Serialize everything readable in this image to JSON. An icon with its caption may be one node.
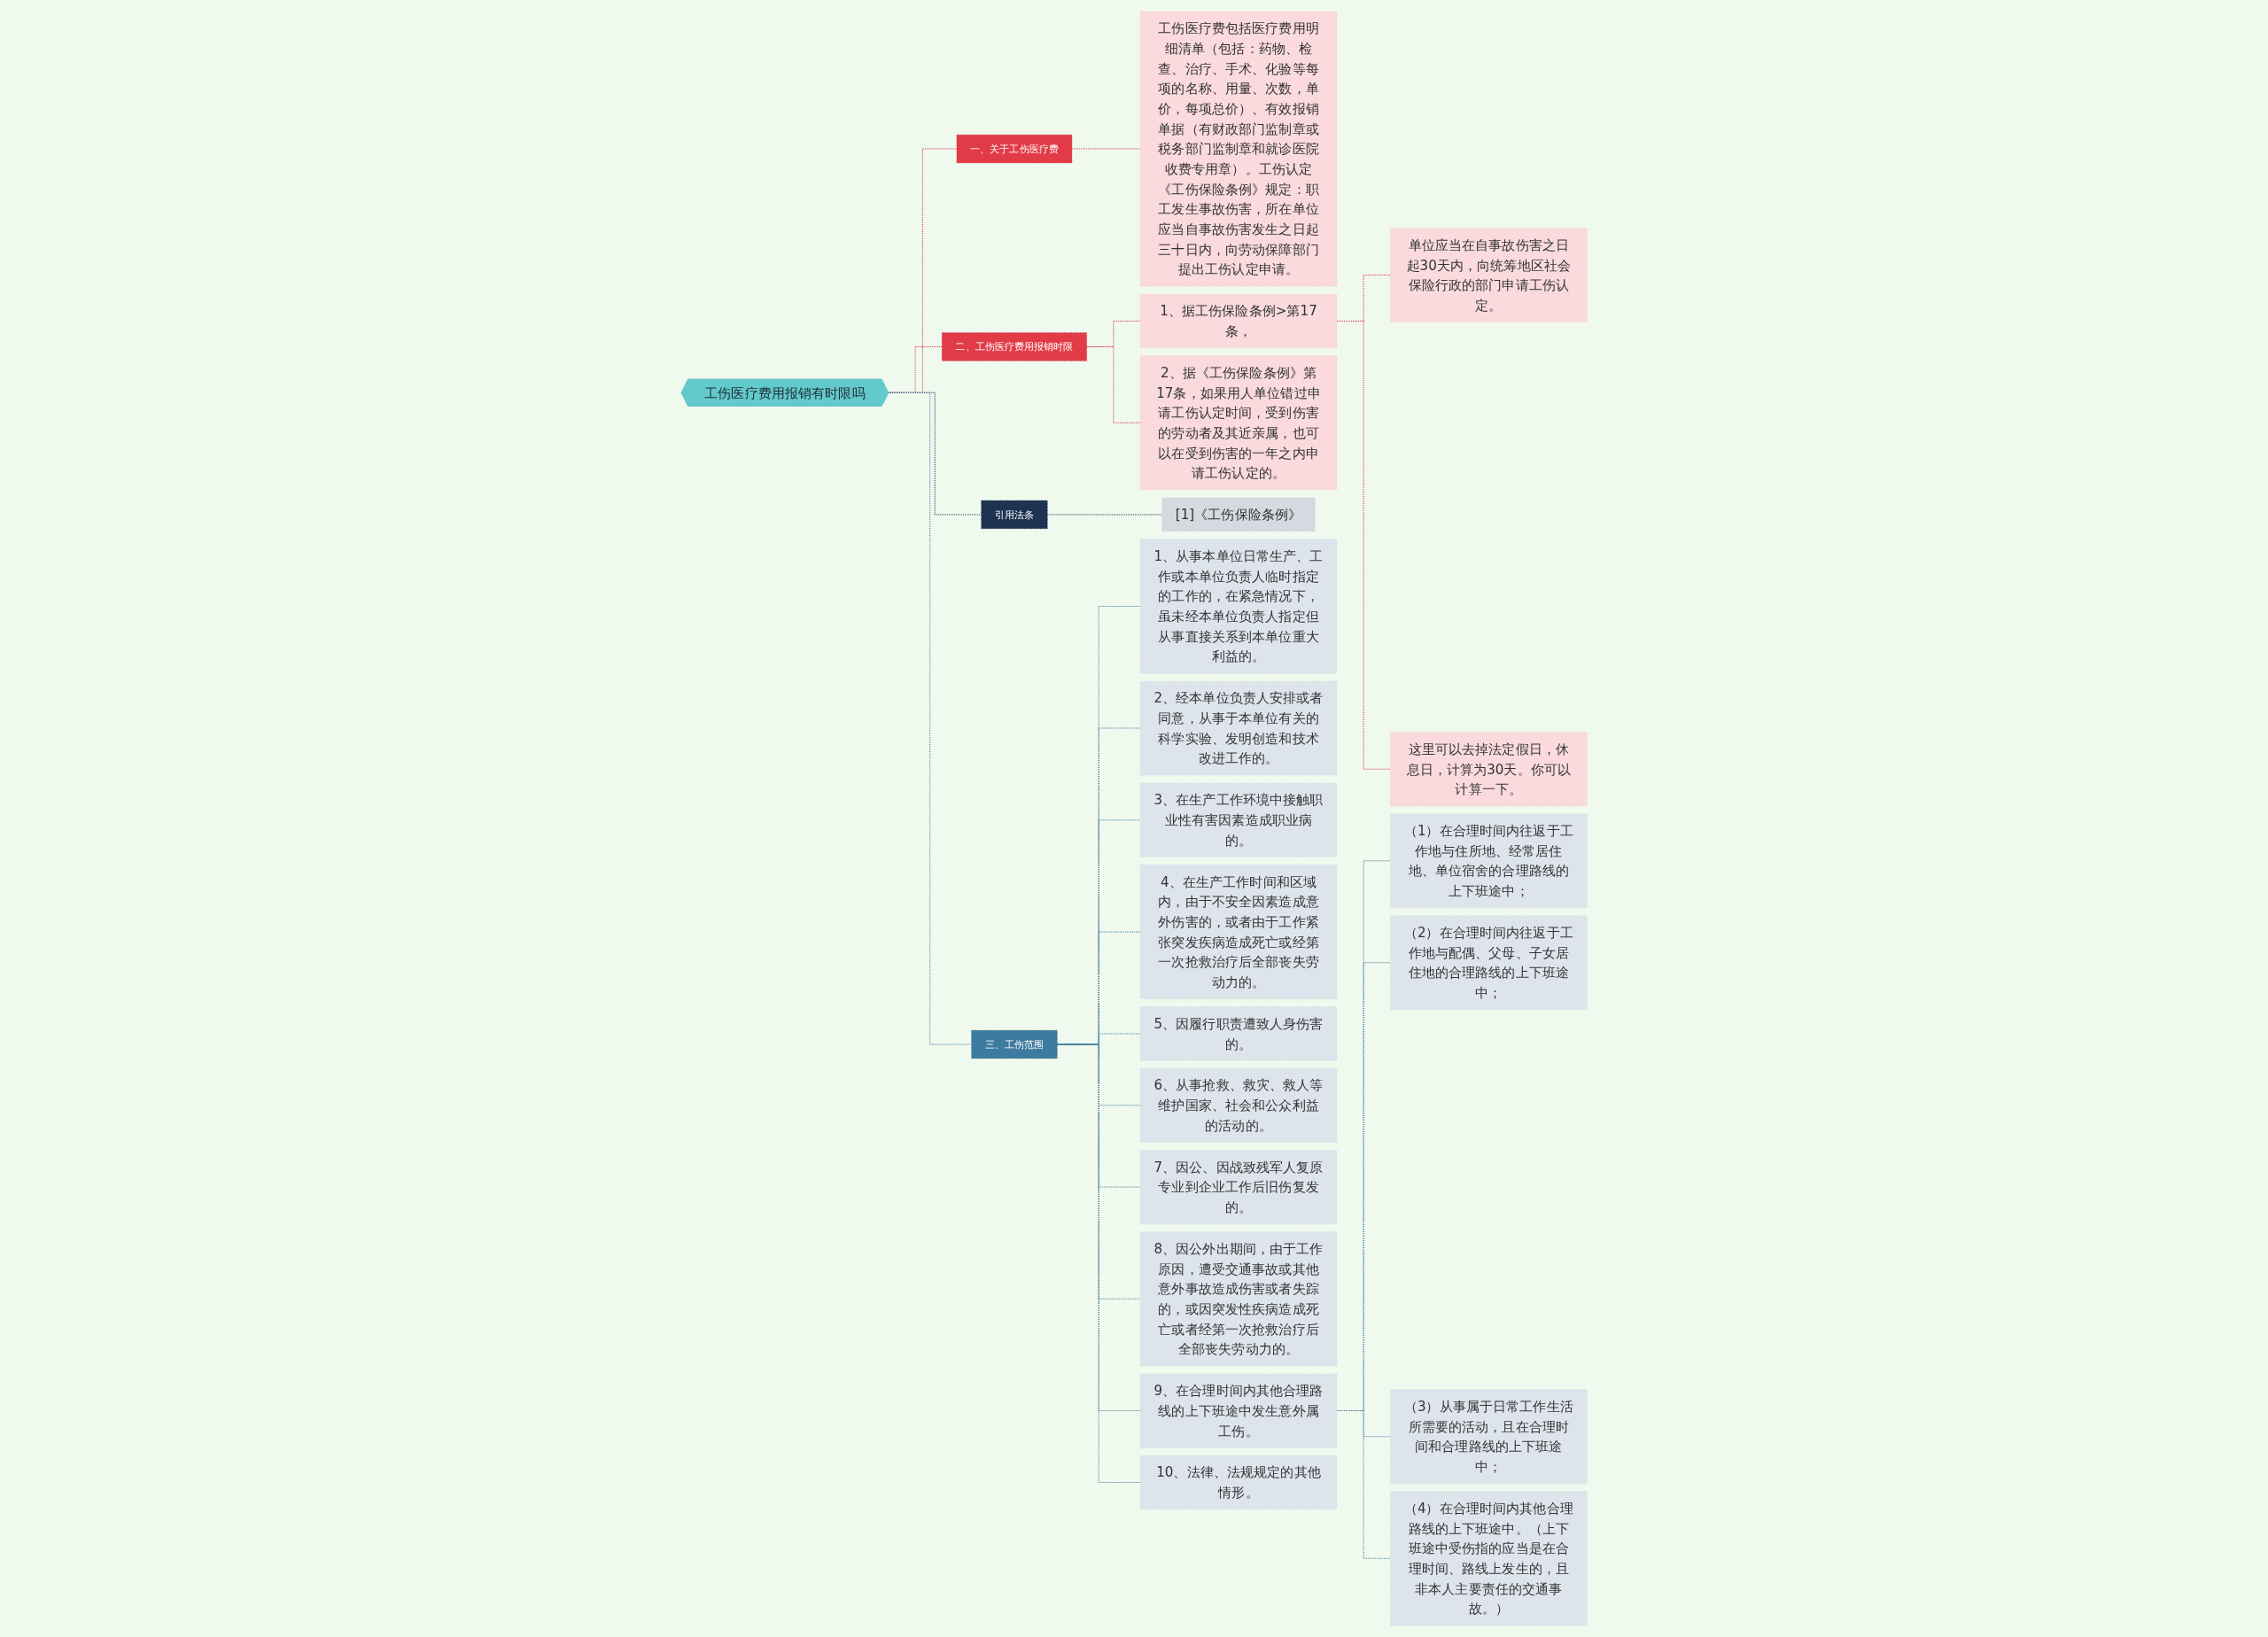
{
  "diagram": {
    "nodes": [
      {
        "text": [
          "工伤医疗费用报销有时限吗"
        ]
      },
      {
        "text": [
          "一、关于工伤医疗费"
        ]
      },
      {
        "text": [
          "工伤医疗费包括医疗费用明细清单（包括：药物、检查、治疗、手术、化验等每项的名称、用量、次数，单价，每项总价）、有效报销单据（有财政部门监制章或税务部门监制章和就诊医院收费专用章）。工伤认定《工伤保险条例》规定：职工发生事故伤害，所在单位应当自事故伤害发生之日起三十日内，向劳动保障部门提出工伤认定申请。"
        ]
      },
      {
        "text": [
          "二、工伤医疗费用报销时限"
        ]
      },
      {
        "text": [
          "1、据工伤保险条例>第17条，"
        ]
      },
      {
        "text": [
          "单位应当在自事故伤害之日起30天内，向统筹地区社会保险行政的部门申请工伤认定。"
        ]
      },
      {
        "text": [
          "这里可以去掉法定假日，休息日，计算为30天。你可以计算一下。"
        ]
      },
      {
        "text": [
          "2、据《工伤保险条例》第17条，如果用人单位错过申请工伤认定时间，受到伤害的劳动者及其近亲属，也可以在受到伤害的一年之内申请工伤认定的。"
        ]
      },
      {
        "text": [
          "引用法条"
        ]
      },
      {
        "text": [
          "[1]《工伤保险条例》"
        ]
      },
      {
        "text": [
          "三、工伤范围"
        ]
      },
      {
        "text": [
          "1、从事本单位日常生产、工作或本单位负责人临时指定的工作的，在紧急情况下，虽未经本单位负责人指定但从事直接关系到本单位重大利益的。"
        ]
      },
      {
        "text": [
          "2、经本单位负责人安排或者同意，从事于本单位有关的科学实验、发明创造和技术改进工作的。"
        ]
      },
      {
        "text": [
          "3、在生产工作环境中接触职业性有害因素造成职业病的。"
        ]
      },
      {
        "text": [
          "4、在生产工作时间和区域内，由于不安全因素造成意外伤害的，或者由于工作紧张突发疾病造成死亡或经第一次抢救治疗后全部丧失劳动力的。"
        ]
      },
      {
        "text": [
          "5、因履行职责遭致人身伤害的。"
        ]
      },
      {
        "text": [
          "6、从事抢救、救灾、救人等维护国家、社会和公众利益的活动的。"
        ]
      },
      {
        "text": [
          "7、因公、因战致残军人复原专业到企业工作后旧伤复发的。"
        ]
      },
      {
        "text": [
          "8、因公外出期间，由于工作原因，遭受交通事故或其他意外事故造成伤害或者失踪的，或因突发性疾病造成死亡或者经第一次抢救治疗后全部丧失劳动力的。"
        ]
      },
      {
        "text": [
          "9、在合理时间内其他合理路线的上下班途中发生意外属工伤。"
        ]
      },
      {
        "text": [
          "（1）在合理时间内往返于工作地与住所地、经常居住地、单位宿舍的合理路线的上下班途中；"
        ]
      },
      {
        "text": [
          "（2）在合理时间内往返于工作地与配偶、父母、子女居住地的合理路线的上下班途中；"
        ]
      },
      {
        "text": [
          "（3）从事属于日常工作生活所需要的活动，且在合理时间和合理路线的上下班途中；"
        ]
      },
      {
        "text": [
          "（4）在合理时间内其他合理路线的上下班途中。（上下班途中受伤指的应当是在合理时间、路线上发生的，且非本人主要责任的交通事故。）"
        ]
      },
      {
        "text": [
          "10、法律、法规规定的其他情形。"
        ]
      }
    ],
    "edges": [
      {
        "from": 0,
        "to": 1,
        "arrow": "none",
        "style": "dashed",
        "color": "#d9323f"
      },
      {
        "from": 1,
        "to": 2,
        "arrow": "none",
        "style": "dashed",
        "color": "#d9323f"
      },
      {
        "from": 0,
        "to": 3,
        "arrow": "none",
        "style": "dashed",
        "color": "#d9323f"
      },
      {
        "from": 3,
        "to": 4,
        "arrow": "none",
        "style": "dashed",
        "color": "#d9323f"
      },
      {
        "from": 4,
        "to": 5,
        "arrow": "none",
        "style": "dashed",
        "color": "#d9323f"
      },
      {
        "from": 4,
        "to": 6,
        "arrow": "none",
        "style": "dashed",
        "color": "#d9323f"
      },
      {
        "from": 3,
        "to": 7,
        "arrow": "none",
        "style": "dashed",
        "color": "#d9323f"
      },
      {
        "from": 0,
        "to": 8,
        "arrow": "none",
        "style": "dashed",
        "color": "#1e3352"
      },
      {
        "from": 8,
        "to": 9,
        "arrow": "none",
        "style": "dashed",
        "color": "#1e3352"
      },
      {
        "from": 0,
        "to": 10,
        "arrow": "none",
        "style": "dashed"
      },
      {
        "from": 10,
        "to": 11,
        "arrow": "none",
        "style": "dashed"
      },
      {
        "from": 10,
        "to": 12,
        "arrow": "none",
        "style": "dashed"
      },
      {
        "from": 10,
        "to": 13,
        "arrow": "none",
        "style": "dashed"
      },
      {
        "from": 10,
        "to": 14,
        "arrow": "none",
        "style": "dashed"
      },
      {
        "from": 10,
        "to": 15,
        "arrow": "none",
        "style": "dashed"
      },
      {
        "from": 10,
        "to": 16,
        "arrow": "none",
        "style": "dashed"
      },
      {
        "from": 10,
        "to": 17,
        "arrow": "none",
        "style": "dashed"
      },
      {
        "from": 10,
        "to": 18,
        "arrow": "none",
        "style": "dashed"
      },
      {
        "from": 10,
        "to": 19,
        "arrow": "none",
        "style": "dashed"
      },
      {
        "from": 19,
        "to": 20,
        "arrow": "none",
        "style": "dashed"
      },
      {
        "from": 19,
        "to": 21,
        "arrow": "none",
        "style": "dashed"
      },
      {
        "from": 19,
        "to": 22,
        "arrow": "none",
        "style": "dashed"
      },
      {
        "from": 19,
        "to": 23,
        "arrow": "none",
        "style": "dashed"
      },
      {
        "from": 10,
        "to": 24,
        "arrow": "none",
        "style": "dashed"
      }
    ]
  }
}
